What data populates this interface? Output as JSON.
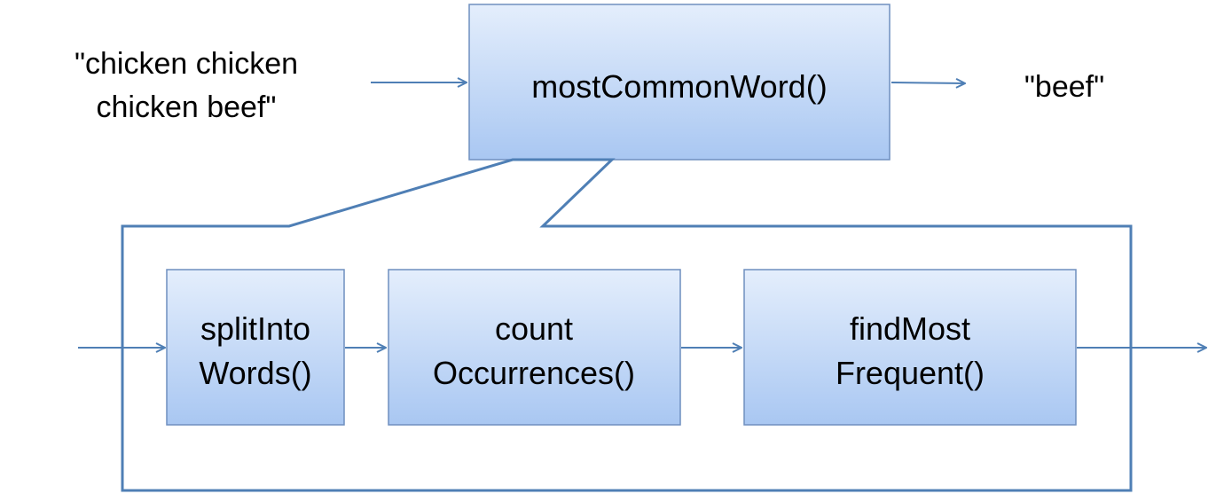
{
  "main_function": {
    "label": "mostCommonWord()"
  },
  "input": {
    "lines": [
      "\"chicken chicken",
      "chicken beef\""
    ]
  },
  "output": {
    "label": "\"beef\""
  },
  "steps": [
    {
      "lines": [
        "splitInto",
        "Words()"
      ]
    },
    {
      "lines": [
        "count",
        "Occurrences()"
      ]
    },
    {
      "lines": [
        "findMost",
        "Frequent()"
      ]
    }
  ],
  "colors": {
    "box_gradient_top": "#e4eefc",
    "box_gradient_bottom": "#a9c7f2",
    "line": "#4f7fb5"
  }
}
